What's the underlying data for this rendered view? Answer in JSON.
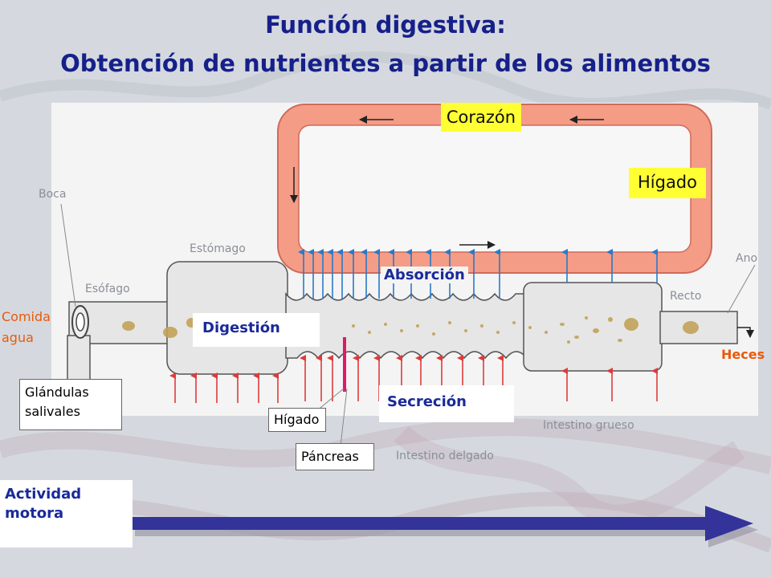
{
  "title": {
    "line1": "Función digestiva:",
    "line2": "Obtención de nutrientes a partir de los alimentos"
  },
  "labels": {
    "corazon": "Corazón",
    "higado_top": "Hígado",
    "boca": "Boca",
    "estomago": "Estómago",
    "esofago": "Esófago",
    "ano": "Ano",
    "recto": "Recto",
    "comida": "Comida",
    "agua": "agua",
    "absorcion": "Absorción",
    "digestion": "Digestión",
    "secrecion": "Secreción",
    "heces": "Heces",
    "glandulas": "Glándulas",
    "salivales": "salivales",
    "higado_bottom": "Hígado",
    "pancreas": "Páncreas",
    "intestino_delgado": "Intestino delgado",
    "intestino_grueso": "Intestino grueso",
    "actividad": "Actividad",
    "motora": "motora"
  },
  "colors": {
    "title": "#16208a",
    "circulation": "#f4a08c",
    "tract": "#e6e6e6",
    "absorption_arrow": "#2a7ac8",
    "secretion_arrow": "#e03a3a",
    "label_box_yellow": "#ffff33",
    "heces": "#e85a0c",
    "motor_arrow": "#33339a"
  }
}
